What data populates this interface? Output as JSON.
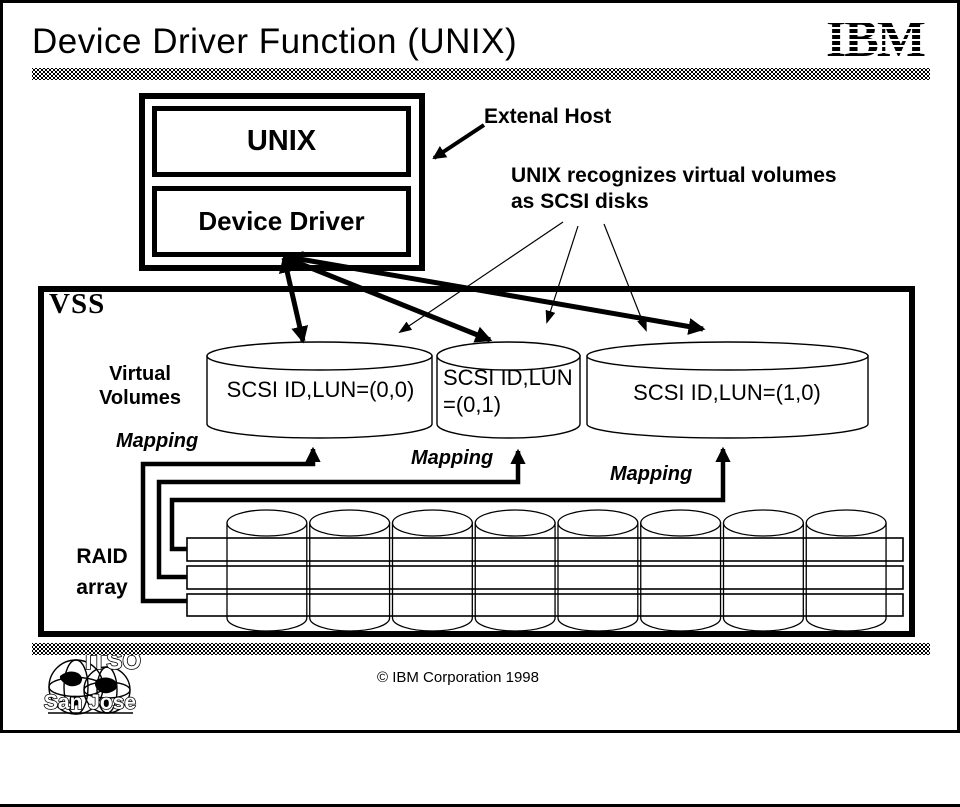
{
  "slide": {
    "title": "Device Driver Function (UNIX)",
    "ibm_logo_text": "IBM"
  },
  "host": {
    "callout": "Extenal Host",
    "box1": "UNIX",
    "box2": "Device Driver"
  },
  "annotation": {
    "line1": "UNIX recognizes virtual volumes",
    "line2": "as SCSI disks"
  },
  "vss": {
    "label": "VSS",
    "virtual_volumes": {
      "line1": "Virtual",
      "line2": "Volumes"
    },
    "volumes": [
      {
        "line1": "SCSI ID,LUN=(0,0)",
        "line2": ""
      },
      {
        "line1": "SCSI ID,LUN",
        "line2": "=(0,1)"
      },
      {
        "line1": "SCSI ID,LUN=(1,0)",
        "line2": ""
      }
    ],
    "mappings": [
      "Mapping",
      "Mapping",
      "Mapping"
    ],
    "raid": {
      "line1": "RAID",
      "line2": "array"
    }
  },
  "footer": {
    "itso_top": "ITSO",
    "itso_bottom": "San Jose",
    "copyright": "© IBM Corporation 1998"
  },
  "colors": {
    "ink": "#000000",
    "paper": "#ffffff"
  }
}
